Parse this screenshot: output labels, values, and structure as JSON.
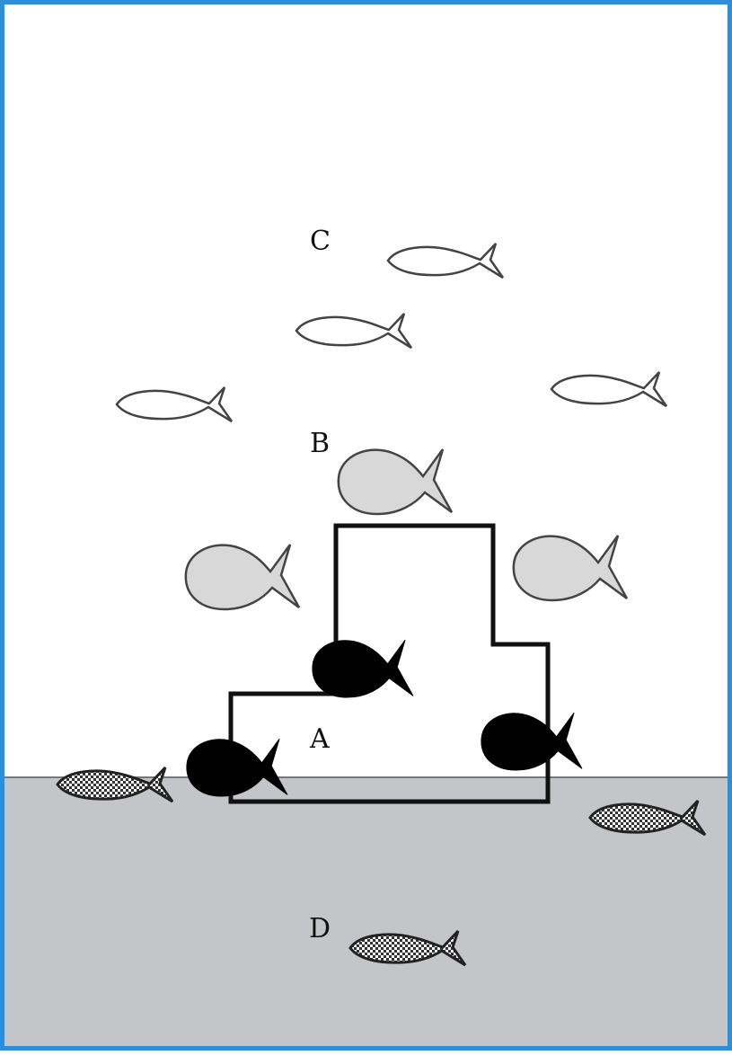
{
  "diagram": {
    "zones": [
      {
        "id": "A",
        "label": "A"
      },
      {
        "id": "B",
        "label": "B"
      },
      {
        "id": "C",
        "label": "C"
      },
      {
        "id": "D",
        "label": "D"
      }
    ]
  },
  "colors": {
    "frame": "#2e8fd8",
    "water_sediment": "#c3c5c8",
    "surface_line": "#777777",
    "structure_outline": "#111111",
    "fish_zone_a": "#000000",
    "fish_zone_b": "#d8d8d8",
    "fish_zone_c": "#ffffff",
    "fish_zone_d_pattern": "#333333"
  },
  "fish_groups": [
    {
      "zone": "A",
      "count": 3,
      "style": "solid-black"
    },
    {
      "zone": "B",
      "count": 3,
      "style": "light-gray"
    },
    {
      "zone": "C",
      "count": 4,
      "style": "white-outline"
    },
    {
      "zone": "D",
      "count": 3,
      "style": "checkered"
    }
  ]
}
